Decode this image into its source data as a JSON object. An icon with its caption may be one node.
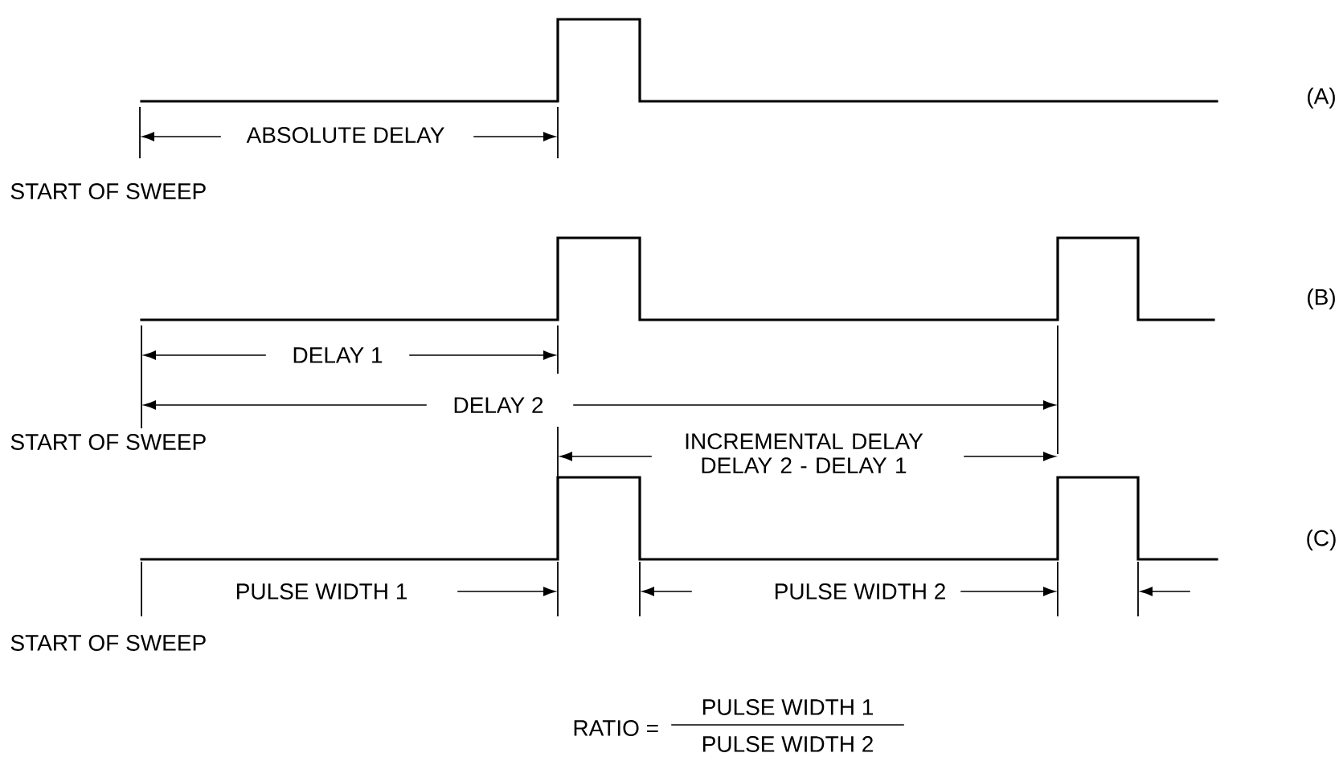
{
  "diagram": {
    "labels": [
      "(A)",
      "ABSOLUTE DELAY",
      "START OF SWEEP",
      "(B)",
      "DELAY 1",
      "DELAY 2",
      "START OF SWEEP",
      "INCREMENTAL DELAY DELAY 2 - DELAY 1",
      "(C)",
      "PULSE WIDTH 1",
      "PULSE WIDTH 2",
      "START OF SWEEP",
      "RATIO =",
      "PULSE WIDTH 1",
      "PULSE WIDTH 2"
    ]
  }
}
